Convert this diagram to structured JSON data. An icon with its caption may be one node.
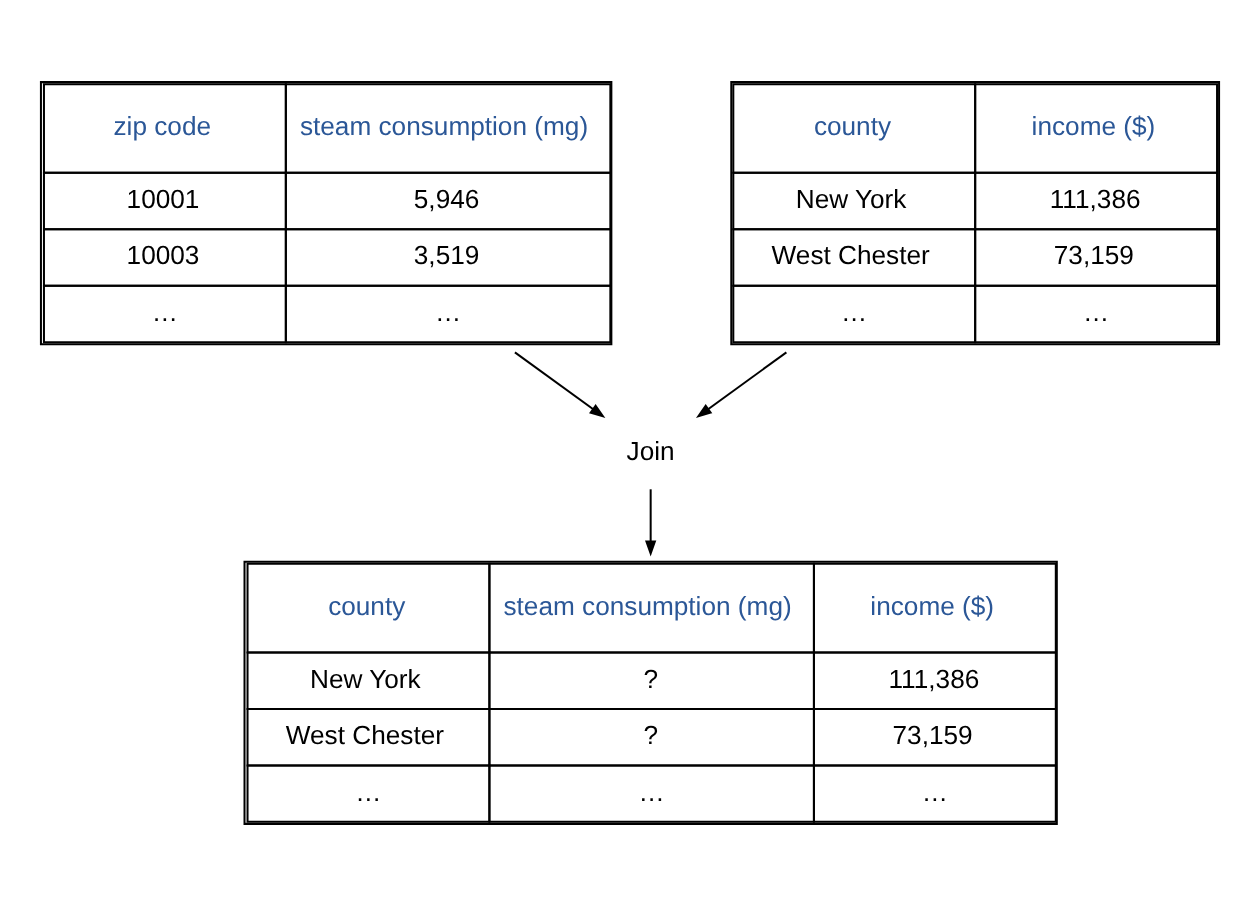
{
  "diagram": {
    "nodes": [
      {
        "text": [
          "zip code",
          "steam consumption (mg)",
          "10001",
          "5,946",
          "10003",
          "3,519",
          "…",
          "…"
        ]
      },
      {
        "text": [
          "county",
          "income ($)",
          "New York",
          "111,386",
          "West Chester",
          "73,159",
          "…",
          "…"
        ]
      },
      {
        "text": [
          "Join"
        ]
      },
      {
        "text": [
          "county",
          "steam consumption (mg)",
          "income ($)",
          "New York",
          "?",
          "111,386",
          "West Chester",
          "?",
          "73,159",
          "…",
          "…",
          "…"
        ]
      }
    ],
    "edges": [
      {
        "from": 0,
        "to": 2,
        "arrow": "to"
      },
      {
        "from": 1,
        "to": 2,
        "arrow": "to"
      },
      {
        "from": 2,
        "to": 3,
        "arrow": "to"
      }
    ]
  }
}
